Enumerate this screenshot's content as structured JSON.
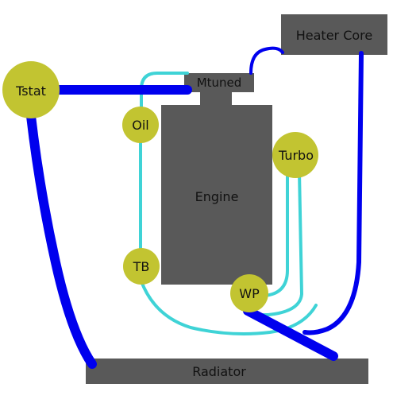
{
  "diagram": {
    "labels": {
      "heater_core": "Heater Core",
      "mtuned": "Mtuned",
      "tstat": "Tstat",
      "oil": "Oil",
      "turbo": "Turbo",
      "engine": "Engine",
      "tb": "TB",
      "wp": "WP",
      "radiator": "Radiator"
    },
    "colors": {
      "block": "#595959",
      "node": "#c2c431",
      "thick_hose": "#0000ee",
      "thin_hose": "#3fd3d6",
      "background": "#ffffff"
    }
  }
}
